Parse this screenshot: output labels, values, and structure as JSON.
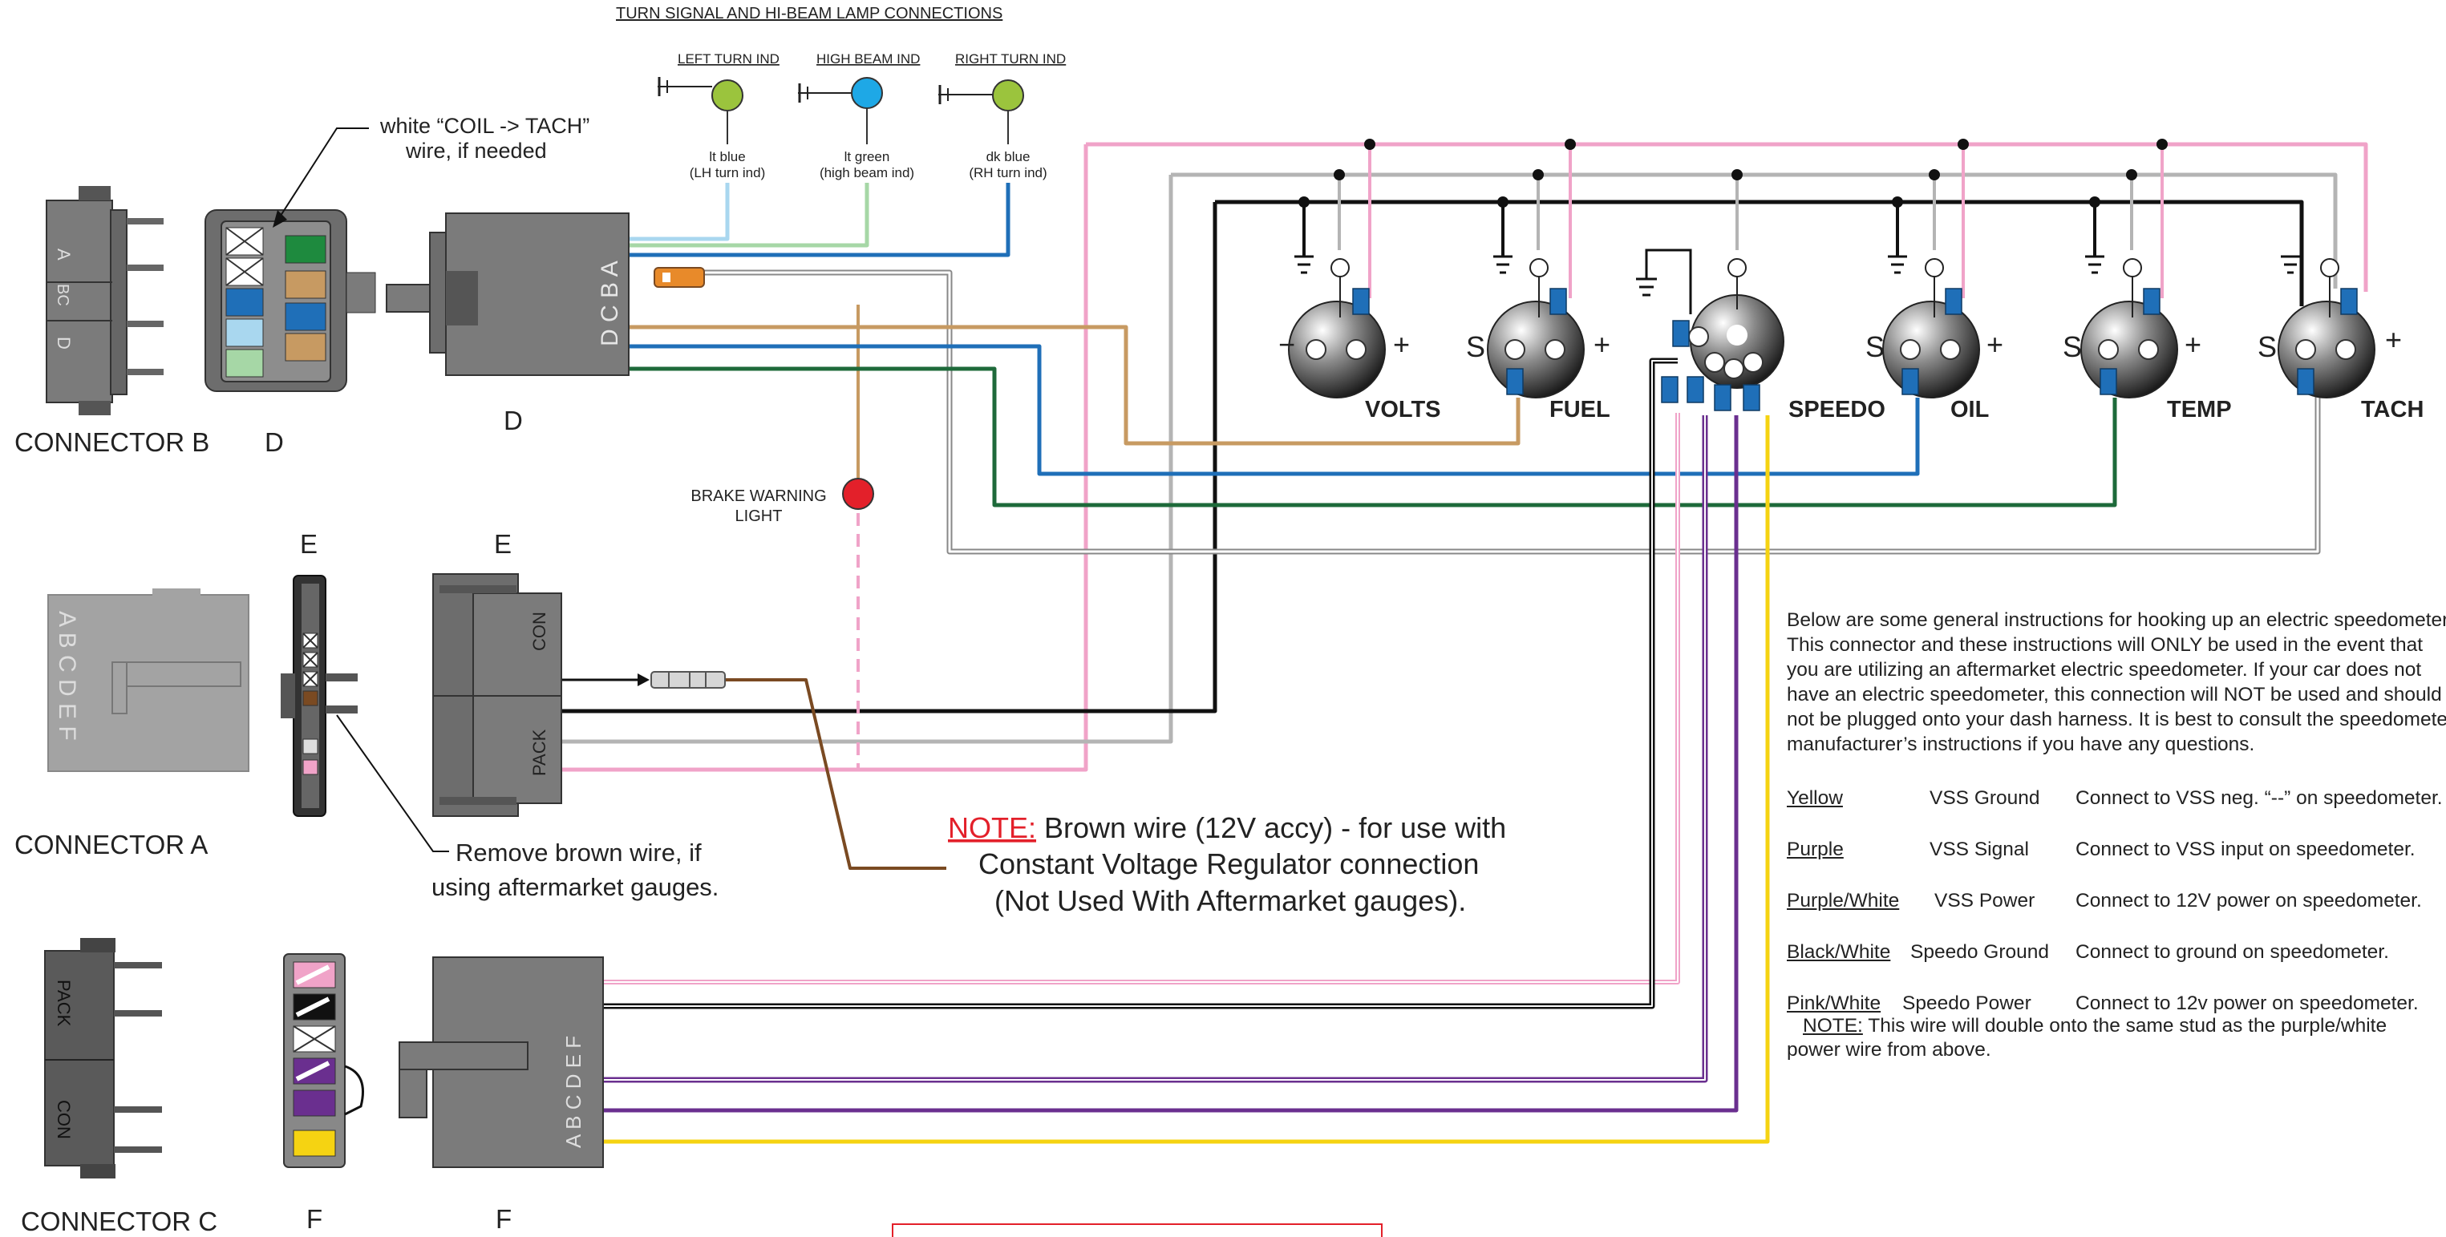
{
  "header": {
    "title": "TURN SIGNAL AND HI-BEAM LAMP CONNECTIONS"
  },
  "indicators": [
    {
      "label": "LEFT TURN IND",
      "wire": "lt blue",
      "wire_note": "(LH turn ind)",
      "color": "#9bc43d"
    },
    {
      "label": "HIGH BEAM IND",
      "wire": "lt green",
      "wire_note": "(high beam ind)",
      "color": "#1ea8e6"
    },
    {
      "label": "RIGHT TURN IND",
      "wire": "dk blue",
      "wire_note": "(RH turn ind)",
      "color": "#9bc43d"
    }
  ],
  "callouts": {
    "white_wire_line1": "white “COIL -> TACH”",
    "white_wire_line2": "wire, if needed",
    "brake_line1": "BRAKE WARNING",
    "brake_line2": "LIGHT",
    "remove_line1": "Remove brown wire, if",
    "remove_line2": "using aftermarket gauges.",
    "note_label": "NOTE:",
    "note_line1": " Brown wire (12V accy) - for use with",
    "note_line2": "Constant Voltage Regulator connection",
    "note_line3": "(Not Used With Aftermarket gauges)."
  },
  "connectors": {
    "b": "CONNECTOR B",
    "a": "CONNECTOR A",
    "c": "CONNECTOR C",
    "d1": "D",
    "d2": "D",
    "e1": "E",
    "e2": "E",
    "f1": "F",
    "f2": "F",
    "b_pins": "D C B A",
    "a_pins": "A B C D E F",
    "f_pins": "A B C D E F",
    "con": "CON",
    "pack": "PACK"
  },
  "gauges": [
    {
      "name": "VOLTS",
      "left_symbol": "−",
      "right_symbol": "+"
    },
    {
      "name": "FUEL",
      "left_symbol": "S",
      "right_symbol": "+"
    },
    {
      "name": "SPEEDO",
      "left_symbol": "",
      "right_symbol": ""
    },
    {
      "name": "OIL",
      "left_symbol": "S",
      "right_symbol": "+"
    },
    {
      "name": "TEMP",
      "left_symbol": "S",
      "right_symbol": "+"
    },
    {
      "name": "TACH",
      "left_symbol": "S",
      "right_symbol": "+"
    }
  ],
  "instructions": {
    "paragraph": [
      "Below are some general instructions for hooking up an electric speedometer.",
      "This connector and these instructions will ONLY be used in the event that",
      "you are utilizing an aftermarket electric speedometer. If your car does not",
      "have an electric speedometer, this connection will NOT be used and should",
      "not be plugged onto your dash harness. It is best to consult the speedometer",
      "manufacturer’s instructions if you have any questions."
    ],
    "rows": [
      {
        "color": "Yellow",
        "name": "VSS Ground",
        "desc": "Connect to VSS neg. “--” on speedometer."
      },
      {
        "color": "Purple",
        "name": "VSS Signal",
        "desc": "Connect to VSS input on speedometer."
      },
      {
        "color": "Purple/White",
        "name": "VSS Power",
        "desc": "Connect to 12V power on speedometer."
      },
      {
        "color": "Black/White",
        "name": "Speedo Ground",
        "desc": "Connect to ground on speedometer."
      },
      {
        "color": "Pink/White",
        "name": "Speedo Power",
        "desc": "Connect to 12v power on speedometer."
      }
    ],
    "note_label": "NOTE:",
    "note_text": " This wire will double onto the same stud as the purple/white",
    "note_text2": "power wire from above."
  },
  "wire_colors": {
    "pink": "#f0a3c8",
    "gray": "#b4b4b4",
    "black": "#111111",
    "tan": "#c79a62",
    "blue": "#1f6fb8",
    "green": "#1e6a3a",
    "ltblue": "#a9d7ef",
    "ltgreen": "#a6d7a6",
    "purple": "#6a2f8f",
    "yellow": "#f5d312",
    "brown": "#7a4a22",
    "red": "#e3202a",
    "terminal": "#1f6fb8"
  }
}
